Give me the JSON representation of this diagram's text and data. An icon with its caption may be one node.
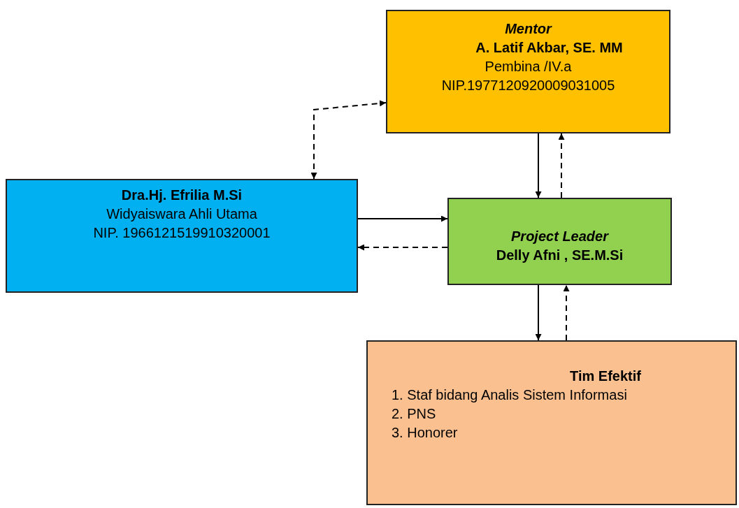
{
  "diagram": {
    "nodes": [
      {
        "text": [
          "Mentor",
          "A.   Latif Akbar, SE. MM",
          "Pembina /IV.a",
          "NIP.1977120920009031005"
        ]
      },
      {
        "text": [
          "Dra.Hj. Efrilia  M.Si",
          "Widyaiswara Ahli Utama",
          "NIP. 1966121519910320001"
        ]
      },
      {
        "text": [
          "Project Leader",
          "Delly Afni , SE.M.Si"
        ]
      },
      {
        "text": [
          "Tim Efektif",
          "1. Staf bidang Analis Sistem Informasi",
          "2. PNS",
          "3. Honorer"
        ]
      }
    ],
    "edges": [
      {
        "from": 1,
        "to": 0,
        "arrow": "both",
        "style": "dashed"
      },
      {
        "from": 0,
        "to": 2,
        "arrow": "to"
      },
      {
        "from": 2,
        "to": 0,
        "arrow": "to",
        "style": "dashed"
      },
      {
        "from": 1,
        "to": 2,
        "arrow": "to"
      },
      {
        "from": 2,
        "to": 1,
        "arrow": "to",
        "style": "dashed"
      },
      {
        "from": 2,
        "to": 3,
        "arrow": "to"
      },
      {
        "from": 3,
        "to": 2,
        "arrow": "to",
        "style": "dashed"
      }
    ]
  }
}
